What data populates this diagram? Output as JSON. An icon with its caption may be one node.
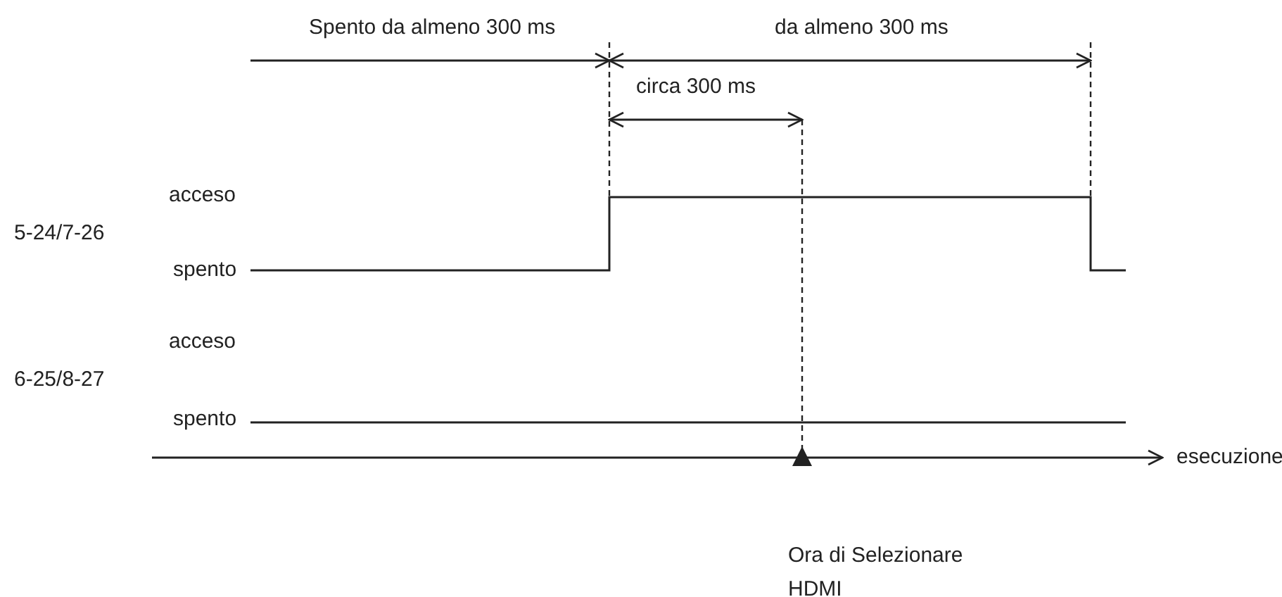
{
  "diagram": {
    "labels": [
      "Spento da almeno 300 ms",
      "da almeno 300 ms",
      "circa 300 ms",
      "acceso",
      "5-24/7-26",
      "spento",
      "acceso",
      "6-25/8-27",
      "spento",
      "esecuzione",
      "Ora di Selezionare HDMI"
    ]
  }
}
